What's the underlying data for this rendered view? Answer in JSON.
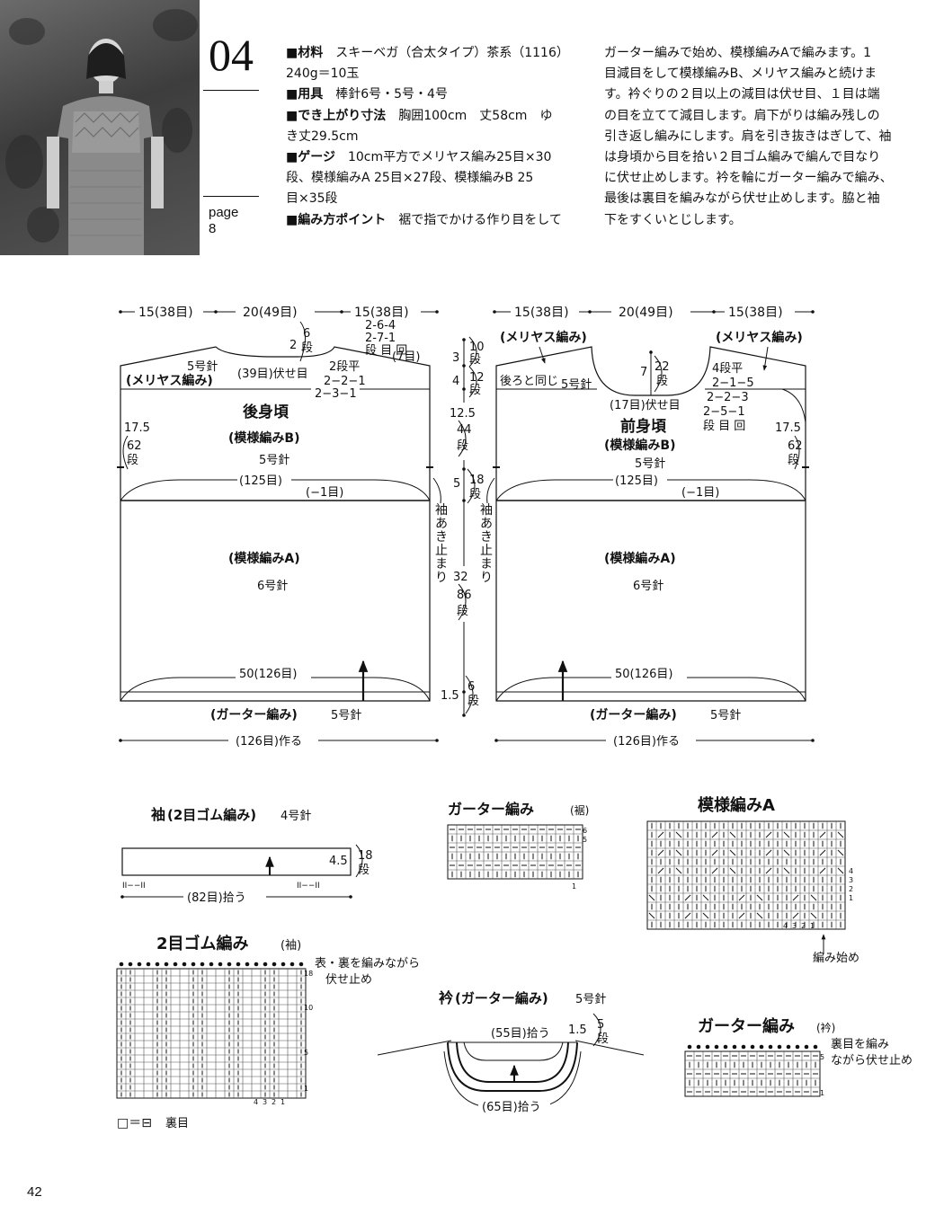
{
  "header": {
    "number": "04",
    "page_label": "page",
    "page_num": "8",
    "details": [
      {
        "label": "■材料",
        "value": "スキーベガ（合太タイプ）茶系（1116）"
      },
      {
        "label": "",
        "value": "240g＝10玉"
      },
      {
        "label": "■用具",
        "value": "棒針6号・5号・4号"
      },
      {
        "label": "■でき上がり寸法",
        "value": "胸囲100cm　丈58cm　ゆ"
      },
      {
        "label": "",
        "value": "き丈29.5cm"
      },
      {
        "label": "■ゲージ",
        "value": "10cm平方でメリヤス編み25目×30"
      },
      {
        "label": "",
        "value": "段、模様編みA 25目×27段、模様編みB 25"
      },
      {
        "label": "",
        "value": "目×35段"
      },
      {
        "label": "■編み方ポイント",
        "value": "裾で指でかける作り目をして"
      }
    ],
    "instructions": [
      "ガーター編みで始め、模様編みAで編みます。1",
      "目減目をして模様編みB、メリヤス編みと続けま",
      "す。衿ぐりの２目以上の減目は伏せ目、１目は端",
      "の目を立てて減目します。肩下がりは編み残しの",
      "引き返し編みにします。肩を引き抜きはぎして、袖",
      "は身頃から目を拾い２目ゴム編みで編んで目なり",
      "に伏せ止めします。衿を輪にガーター編みで編み、",
      "最後は裏目を編みながら伏せ止めします。脇と袖",
      "下をすくいとじします。"
    ]
  },
  "back": {
    "top_w1": "15(38目)",
    "top_w2": "20(49目)",
    "top_w3": "15(38目)",
    "neck_seq1": "2-6-4",
    "neck_seq2": "2-7-1",
    "neck_seq3": "段 目 回",
    "neck_2": "2",
    "neck_6": "6",
    "neck_dan": "段",
    "neck_7": "(7目)",
    "needle5_top": "5号針",
    "neck_bind": "(39目)伏せ目",
    "neck_2dan": "2段平",
    "neck_221": "2−2−1",
    "neck_231": "2−3−1",
    "meriyasu": "(メリヤス編み)",
    "title": "後身頃",
    "patB": "(模様編みB)",
    "needle5": "5号針",
    "st125": "(125目)",
    "dec1": "(−1目)",
    "left_175": "17.5",
    "left_62": "62",
    "left_dan": "段",
    "patA": "(模様編みA)",
    "needle6": "6号針",
    "st50": "50(126目)",
    "garter": "(ガーター編み)",
    "garter_needle": "5号針",
    "cast_on": "(126目)作る"
  },
  "center": {
    "v3": "3",
    "v10": "10",
    "v4": "4",
    "v12": "12",
    "v125": "12.5",
    "v44": "44",
    "v5": "5",
    "v18": "18",
    "v32": "32",
    "v86": "86",
    "v15": "1.5",
    "v6": "6",
    "dan": "段",
    "armhole": "袖あき止まり"
  },
  "front": {
    "top_w1": "15(38目)",
    "top_w2": "20(49目)",
    "top_w3": "15(38目)",
    "meriyasu_l": "(メリヤス編み)",
    "meriyasu_r": "(メリヤス編み)",
    "same_back": "後ろと同じ",
    "needle5_top": "5号針",
    "neck_7": "7",
    "neck_22": "22",
    "neck_dan": "段",
    "neck_4dan": "4段平",
    "neck_215": "2−1−5",
    "neck_223": "2−2−3",
    "neck_251": "2−5−1",
    "neck_seq": "段 目 回",
    "neck_bind": "(17目)伏せ目",
    "title": "前身頃",
    "patB": "(模様編みB)",
    "needle5": "5号針",
    "st125": "(125目)",
    "dec1": "(−1目)",
    "right_175": "17.5",
    "right_62": "62",
    "right_dan": "段",
    "patA": "(模様編みA)",
    "needle6": "6号針",
    "st50": "50(126目)",
    "garter": "(ガーター編み)",
    "garter_needle": "5号針",
    "cast_on": "(126目)作る"
  },
  "sleeve": {
    "title": "袖",
    "title_sub": "(2目ゴム編み)",
    "needle": "4号針",
    "h45": "4.5",
    "h18": "18",
    "dan": "段",
    "pickup": "(82目)拾う",
    "edge_mark": "II−−II"
  },
  "chart_garter_hem": {
    "title": "ガーター編み",
    "sub": "(裾)",
    "row_nums": [
      "6",
      "5",
      "1"
    ]
  },
  "chart_patA": {
    "title": "模様編みA",
    "row_nums": [
      "4",
      "3",
      "2",
      "1"
    ],
    "col_nums": [
      "4",
      "3",
      "2",
      "1"
    ],
    "start": "編み始め"
  },
  "chart_rib": {
    "title": "2目ゴム編み",
    "sub": "(袖)",
    "bind_note1": "表・裏を編みながら",
    "bind_note2": "伏せ止め",
    "row_nums": [
      "18",
      "10",
      "5",
      "1"
    ],
    "col_nums": [
      "4",
      "3",
      "2",
      "1"
    ],
    "legend_eq": "□＝⊟",
    "legend_label": "裏目"
  },
  "collar": {
    "title": "衿",
    "sub": "(ガーター編み)",
    "needle": "5号針",
    "pick_top": "(55目)拾う",
    "h15": "1.5",
    "h5": "5",
    "dan": "段",
    "pick_bottom": "(65目)拾う"
  },
  "chart_garter_collar": {
    "title": "ガーター編み",
    "sub": "(衿)",
    "note1": "裏目を編み",
    "note2": "ながら伏せ止め",
    "row_nums": [
      "5",
      "1"
    ]
  },
  "page_number": "42"
}
